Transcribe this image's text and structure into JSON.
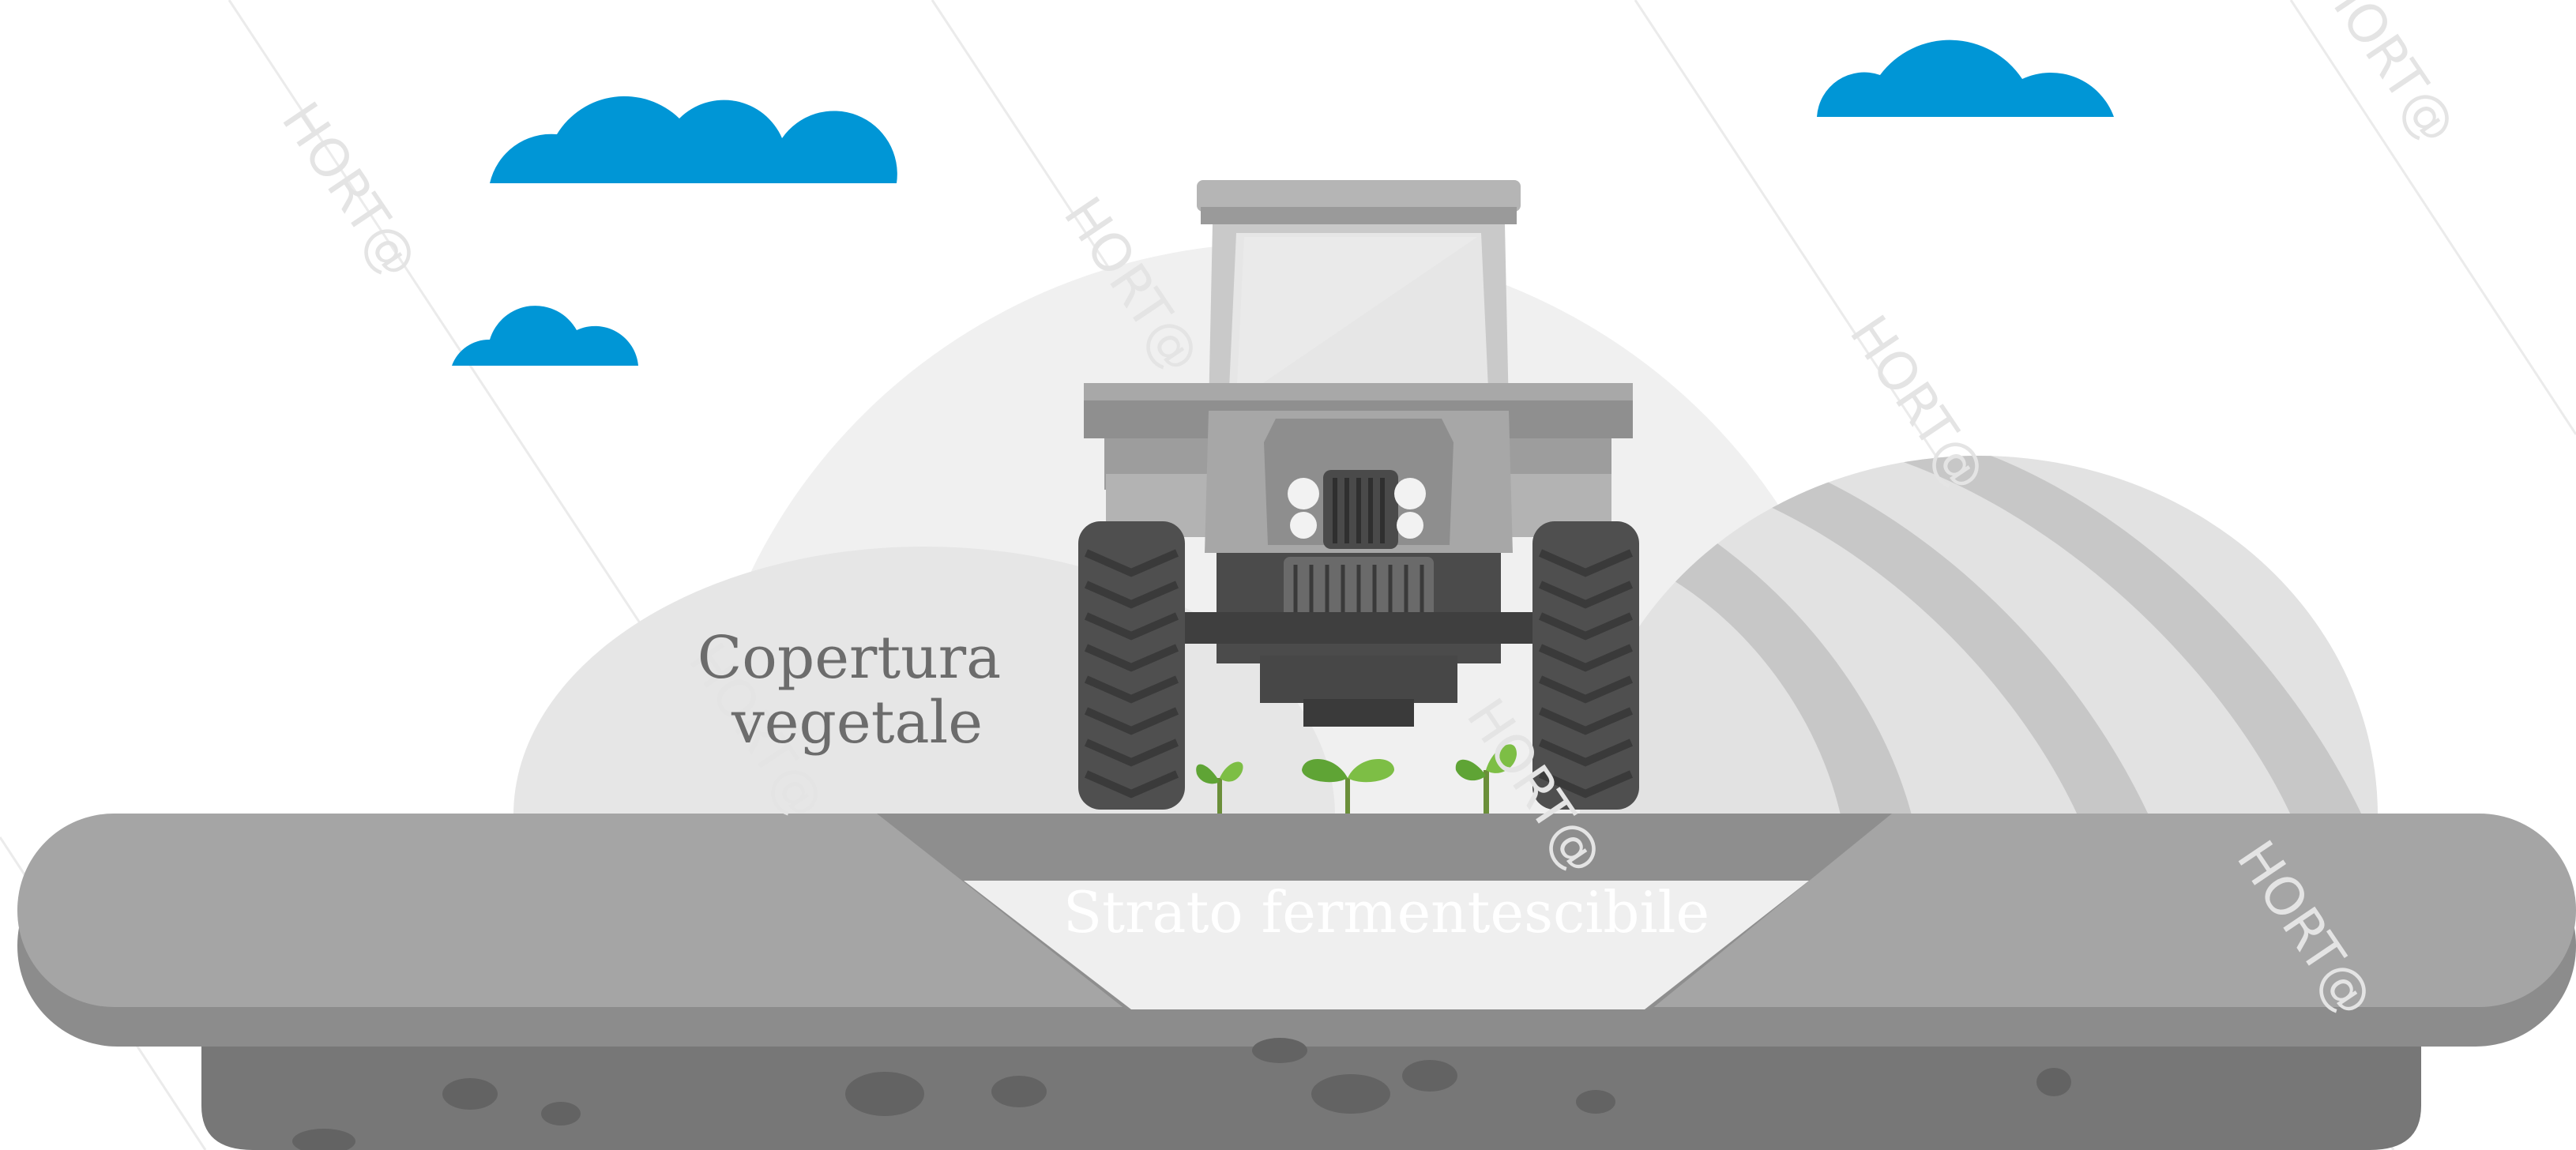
{
  "labels": {
    "cover": [
      "Copertura",
      "vegetale"
    ],
    "layer": "Strato fermentescibile"
  },
  "watermark": {
    "text": "HORT@",
    "subtitle": "fully interactive site"
  },
  "colors": {
    "sky_cloud": "#0096D6",
    "hill_light": "#EBEBEB",
    "hill_mid": "#E1E1E1",
    "furrow_dark": "#C4C4C4",
    "ground_top": "#A3A3A3",
    "ground_shadow": "#8A8A8A",
    "soil_dark": "#757575",
    "stone": "#616161",
    "layer_light": "#EFEFEF",
    "tractor_body": "#A9A9A9",
    "tractor_cab": "#D0D0D0",
    "tractor_dark": "#4A4A4A",
    "tire": "#4F4F4F",
    "sprout": "#5FA435",
    "text_grey": "#6C6C6C",
    "text_white": "#FFFFFF"
  },
  "icons": [
    "cloud-icon",
    "tractor-icon",
    "sprout-icon"
  ]
}
